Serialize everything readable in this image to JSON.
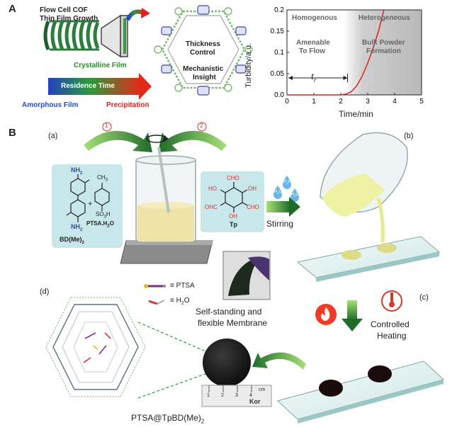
{
  "panel_a": {
    "letter": "A",
    "flow_cell_title_1": "Flow Cell COF",
    "flow_cell_title_2": "Thin Film Growth",
    "crystalline_film": "Crystalline Film",
    "residence_time": "Residence Time",
    "amorphous_film": "Amorphous Film",
    "precipitation": "Precipitation",
    "thickness_control_1": "Thickness",
    "thickness_control_2": "Control",
    "mechanistic_insight_1": "Mechanistic",
    "mechanistic_insight_2": "Insight",
    "colors": {
      "green": "#2e8b2e",
      "blue": "#2b4bb5",
      "red": "#e02020",
      "coil": "#2f7d3e"
    }
  },
  "chart_data": {
    "type": "line",
    "xlabel": "Time/min",
    "ylabel": "Turbidity/a.u.",
    "xlim": [
      0,
      5
    ],
    "ylim": [
      0,
      0.2
    ],
    "x_ticks": [
      "0",
      "1",
      "2",
      "3",
      "4",
      "5"
    ],
    "y_ticks": [
      "0.0",
      "0.05",
      "0.1",
      "0.15",
      "0.2"
    ],
    "shaded_region_start_x": 2.4,
    "annotation": "t",
    "annotation_sub": "r",
    "region_labels": {
      "left_1": "Homogenous",
      "left_2": "Amenable",
      "left_3": "To Flow",
      "right_1": "Heterogeneous",
      "right_2": "Bulk Powder",
      "right_3": "Formation"
    },
    "series": [
      {
        "values": [
          {
            "x": 0,
            "y": 0.0
          },
          {
            "x": 1,
            "y": 0.0
          },
          {
            "x": 2,
            "y": 0.0
          },
          {
            "x": 2.2,
            "y": 0.002
          },
          {
            "x": 2.4,
            "y": 0.008
          },
          {
            "x": 2.6,
            "y": 0.022
          },
          {
            "x": 2.8,
            "y": 0.045
          },
          {
            "x": 3.0,
            "y": 0.075
          },
          {
            "x": 3.2,
            "y": 0.11
          },
          {
            "x": 3.4,
            "y": 0.15
          },
          {
            "x": 3.6,
            "y": 0.2
          }
        ],
        "color": "#e02020"
      }
    ]
  },
  "panel_b": {
    "letter": "B",
    "sub_a": "(a)",
    "sub_b": "(b)",
    "sub_c": "(c)",
    "sub_d": "(d)",
    "step_1": "1",
    "step_2": "2",
    "nh2_top": "NH",
    "nh2_sub": "2",
    "plus": "+",
    "ch3": "CH",
    "ch3_sub": "3",
    "so3h": "SO",
    "so3h_sub": "3",
    "so3h_end": "H",
    "nh2_bottom": "NH",
    "nh2_bottom_sub": "2",
    "bd_label": "BD(Me)",
    "bd_sub": "2",
    "ptsa_label": "PTSA.H",
    "ptsa_sub": "2",
    "ptsa_end": "O",
    "cho_top": "CHO",
    "ho_left": "HO",
    "oh_right": "OH",
    "ohc": "OHC",
    "cho_right": "CHO",
    "oh_bottom": "OH",
    "tp_label": "Tp",
    "h2o_drops": [
      "H",
      "H",
      "H"
    ],
    "stirring": "Stirring",
    "legend_ptsa": "≡ PTSA",
    "legend_h2o": "≡ H",
    "legend_h2o_sub": "2",
    "legend_h2o_end": "O",
    "membrane_1": "Self-standing and",
    "membrane_2": "flexible Membrane",
    "controlled_1": "Controlled",
    "controlled_2": "Heating",
    "product": "PTSA@TpBD(Me)",
    "product_sub": "2",
    "ruler_numbers": [
      "1",
      "2",
      "3",
      "4"
    ],
    "ruler_unit": "cm",
    "ruler_brand": "Kor"
  }
}
